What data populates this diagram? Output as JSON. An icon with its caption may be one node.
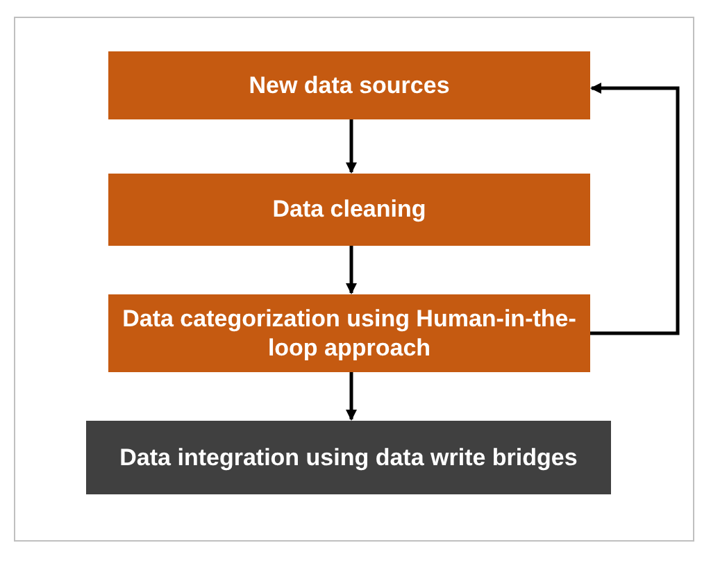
{
  "diagram": {
    "nodes": [
      {
        "text": [
          "New data sources"
        ]
      },
      {
        "text": [
          "Data cleaning"
        ]
      },
      {
        "text": [
          "Data categorization using Human-in-the-loop approach"
        ]
      },
      {
        "text": [
          "Data integration using data write bridges"
        ]
      }
    ],
    "edges": [
      {
        "from": 0,
        "to": 1,
        "arrow": "to"
      },
      {
        "from": 1,
        "to": 2,
        "arrow": "to"
      },
      {
        "from": 2,
        "to": 3,
        "arrow": "to"
      },
      {
        "from": 2,
        "to": 0,
        "arrow": "to"
      }
    ]
  }
}
